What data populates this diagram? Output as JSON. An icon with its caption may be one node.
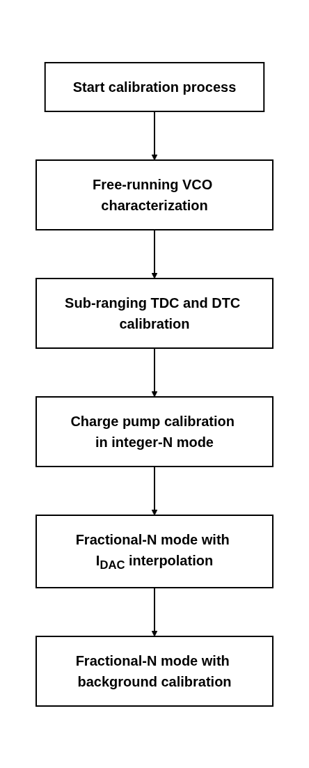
{
  "diagram": {
    "nodes": [
      {
        "text": [
          "Start calibration process"
        ]
      },
      {
        "text": [
          "Free-running VCO characterization"
        ]
      },
      {
        "text": [
          "Sub-ranging TDC and DTC calibration"
        ]
      },
      {
        "text": [
          "Charge pump calibration in integer-N mode"
        ]
      },
      {
        "text": [
          "Fractional-N mode with I$_{DAC}$ interpolation"
        ]
      },
      {
        "text": [
          "Fractional-N mode with background calibration"
        ]
      }
    ],
    "edges": [
      {
        "from": 0,
        "to": 1,
        "arrow": "to"
      },
      {
        "from": 1,
        "to": 2,
        "arrow": "to"
      },
      {
        "from": 2,
        "to": 3,
        "arrow": "to"
      },
      {
        "from": 3,
        "to": 4,
        "arrow": "to"
      },
      {
        "from": 4,
        "to": 5,
        "arrow": "to"
      }
    ]
  }
}
